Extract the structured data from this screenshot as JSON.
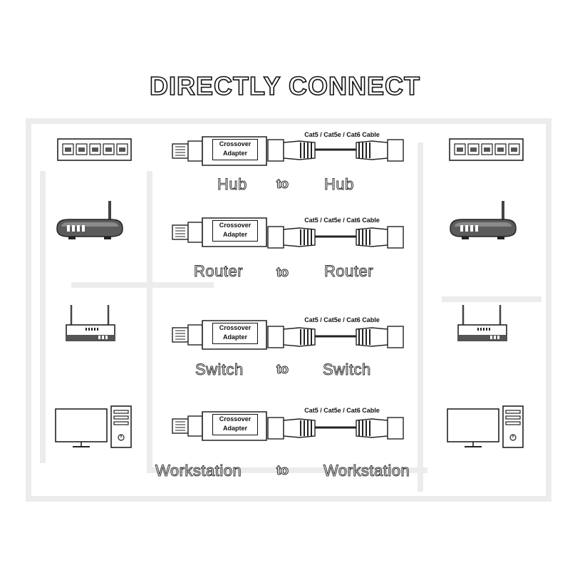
{
  "title": "DIRECTLY CONNECT",
  "adapter_label_line1": "Crossover",
  "adapter_label_line2": "Adapter",
  "cable_label": "Cat5 / Cat5e / Cat6 Cable",
  "connector_word": "to",
  "rows": [
    {
      "left": "Hub",
      "right": "Hub",
      "device": "hub-icon"
    },
    {
      "left": "Router",
      "right": "Router",
      "device": "router-icon"
    },
    {
      "left": "Switch",
      "right": "Switch",
      "device": "switch-icon"
    },
    {
      "left": "Workstation",
      "right": "Workstation",
      "device": "workstation-icon"
    }
  ]
}
